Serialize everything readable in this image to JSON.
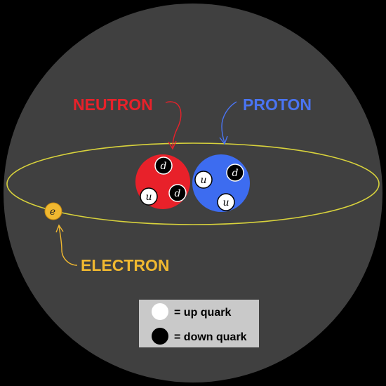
{
  "labels": {
    "neutron": "NEUTRON",
    "proton": "PROTON",
    "electron": "ELECTRON"
  },
  "particles": {
    "electron_symbol": "e",
    "neutron_quarks": [
      "d",
      "u",
      "d"
    ],
    "proton_quarks": [
      "d",
      "u",
      "u"
    ]
  },
  "legend": {
    "up": "= up quark",
    "down": "= down quark"
  },
  "colors": {
    "background": "#000000",
    "sphere": "#3f3f3f",
    "neutron": "#e8212a",
    "proton": "#3d6cf0",
    "electron": "#f0b830",
    "orbit": "#d4cf3a",
    "up_quark": "#ffffff",
    "down_quark": "#000000",
    "legend_bg": "#c9c9c9"
  }
}
